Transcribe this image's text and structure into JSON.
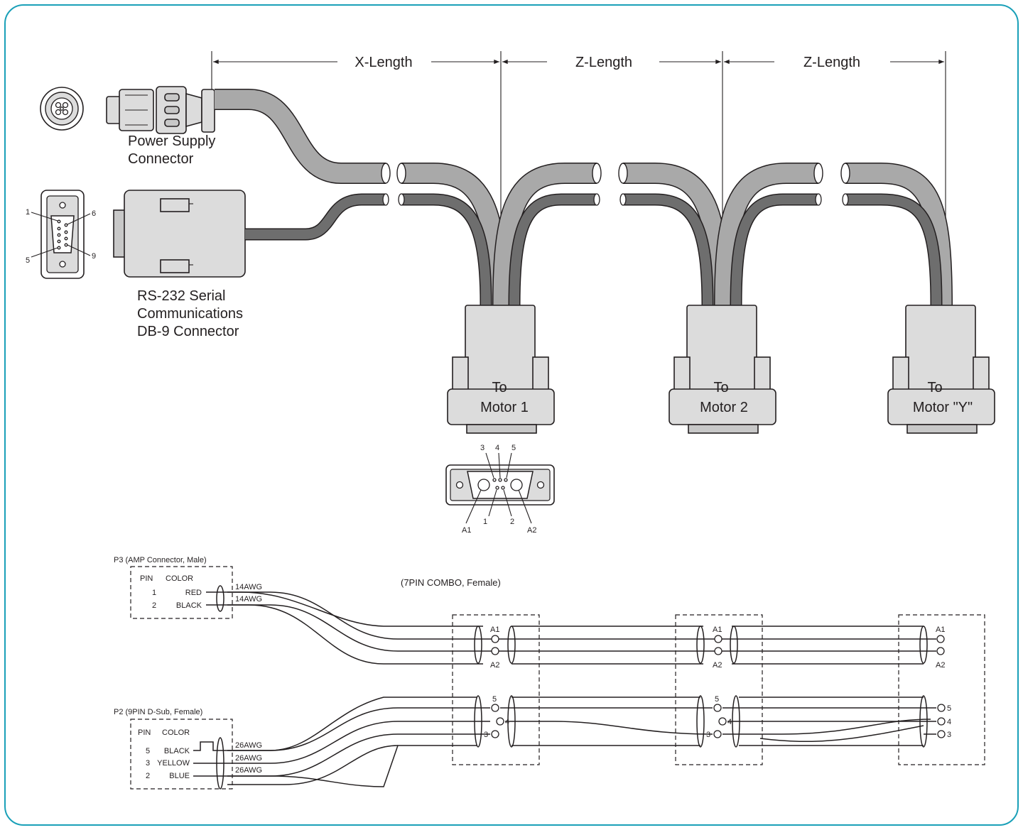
{
  "dimensions": {
    "x_length": "X-Length",
    "z_length_1": "Z-Length",
    "z_length_2": "Z-Length"
  },
  "connectors": {
    "power_supply": [
      "Power Supply",
      "Connector"
    ],
    "rs232": [
      "RS-232  Serial",
      "Communications",
      "DB-9 Connector"
    ],
    "motor_1": [
      "To",
      "Motor 1"
    ],
    "motor_2": [
      "To",
      "Motor 2"
    ],
    "motor_y": [
      "To",
      "Motor \"Y\""
    ]
  },
  "db9_pins": {
    "p1": "1",
    "p5": "5",
    "p6": "6",
    "p9": "9"
  },
  "combo_pins": {
    "p3": "3",
    "p4": "4",
    "p5": "5",
    "a1": "A1",
    "p1": "1",
    "p2": "2",
    "a2": "A2"
  },
  "schematic": {
    "p3_title": "P3 (AMP Connector, Male)",
    "p2_title": "P2 (9PIN D-Sub, Female)",
    "combo_title": "(7PIN COMBO, Female)",
    "pin_header": "PIN",
    "color_header": "COLOR",
    "p3_rows": [
      {
        "pin": "1",
        "color": "RED",
        "awg": "14AWG"
      },
      {
        "pin": "2",
        "color": "BLACK",
        "awg": "14AWG"
      }
    ],
    "p2_rows": [
      {
        "pin": "5",
        "color": "BLACK",
        "awg": "26AWG"
      },
      {
        "pin": "3",
        "color": "YELLOW",
        "awg": "26AWG"
      },
      {
        "pin": "2",
        "color": "BLUE",
        "awg": "26AWG"
      }
    ],
    "power_pins": {
      "a1": "A1",
      "a2": "A2"
    },
    "signal_pins": {
      "p5": "5",
      "p4": "4",
      "p3": "3"
    }
  },
  "colors": {
    "frame": "#1aa0b8",
    "cable_light": "#a9a9a9",
    "cable_dark": "#6e6e6e",
    "shell": "#dcdcdc",
    "ink": "#231f20"
  }
}
